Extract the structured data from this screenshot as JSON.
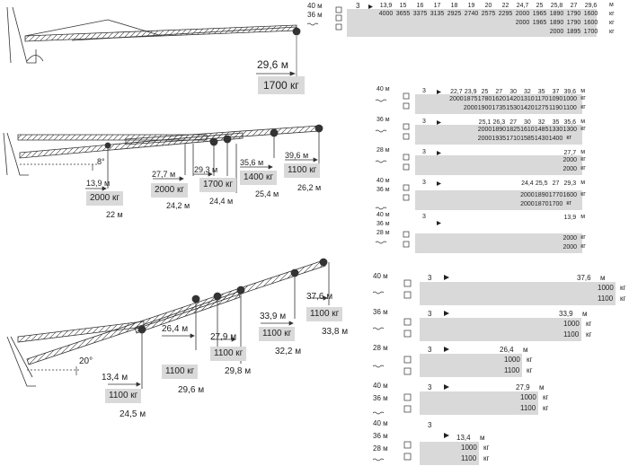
{
  "config1": {
    "heights": [
      "40 м",
      "36 м"
    ],
    "counter": "3",
    "radius_row": [
      "13,9",
      "15",
      "16",
      "17",
      "18",
      "19",
      "20",
      "22",
      "24,7",
      "25",
      "25,8",
      "27",
      "29,6"
    ],
    "rows": [
      [
        "4000",
        "3655",
        "3375",
        "3135",
        "2925",
        "2740",
        "2575",
        "2295",
        "2000",
        "1965",
        "1890",
        "1790",
        "1600"
      ],
      [
        "2000",
        "1965",
        "1890",
        "1790",
        "1600"
      ],
      [
        "2000",
        "1895",
        "1700"
      ]
    ],
    "units": {
      "m": "м",
      "kg": "кг"
    },
    "diagram_reach": "29,6 м",
    "diagram_load": "1700 кг"
  },
  "config2": {
    "diagram": {
      "reaches": [
        "13,9 м",
        "27,7 м",
        "29,3 м",
        "35,6 м",
        "39,6 м"
      ],
      "loads": [
        "2000 кг",
        "2000 кг",
        "1700 кг",
        "1400 кг",
        "1100 кг"
      ],
      "heights": [
        "22 м",
        "24,2 м",
        "24,4 м",
        "25,4 м",
        "26,2 м"
      ],
      "angle": "8°"
    },
    "tables": [
      {
        "heights": [
          "40 м"
        ],
        "counter": "3",
        "radius": [
          "22,7",
          "23,9",
          "25",
          "27",
          "30",
          "32",
          "35",
          "37",
          "39,6"
        ],
        "rows": [
          [
            "2000",
            "1875",
            "1780",
            "1620",
            "1420",
            "1310",
            "1170",
            "1090",
            "1000"
          ],
          [
            "2000",
            "1900",
            "1735",
            "1530",
            "1420",
            "1275",
            "1190",
            "1100"
          ]
        ]
      },
      {
        "heights": [
          "36 м"
        ],
        "counter": "3",
        "radius": [
          "25,1",
          "26,3",
          "27",
          "30",
          "32",
          "35",
          "35,6"
        ],
        "rows": [
          [
            "2000",
            "1890",
            "1825",
            "1610",
            "1485",
            "1330",
            "1300"
          ],
          [
            "2000",
            "1935",
            "1710",
            "1585",
            "1430",
            "1400"
          ]
        ]
      },
      {
        "heights": [
          "28 м"
        ],
        "counter": "3",
        "radius": [
          "27,7"
        ],
        "rows": [
          [
            "2000"
          ],
          [
            "2000"
          ]
        ]
      },
      {
        "heights": [
          "40 м",
          "36 м"
        ],
        "counter": "3",
        "radius": [
          "24,4",
          "25,5",
          "27",
          "29,3"
        ],
        "rows": [
          [
            "2000",
            "1890",
            "1770",
            "1600"
          ],
          [
            "2000",
            "1870",
            "1700"
          ]
        ]
      },
      {
        "heights": [
          "40 м",
          "36 м",
          "28 м"
        ],
        "counter": "3",
        "radius": [
          "13,9"
        ],
        "rows": [
          [
            "2000"
          ],
          [
            "2000"
          ]
        ]
      }
    ]
  },
  "config3": {
    "diagram": {
      "reaches": [
        "13,4 м",
        "26,4 м",
        "27,9 м",
        "33,9 м",
        "37,6 м"
      ],
      "loads": [
        "1100 кг",
        "1100 кг",
        "1100 кг",
        "1100 кг",
        "1100 кг"
      ],
      "heights": [
        "24,5 м",
        "29,6 м",
        "29,8 м",
        "32,2 м",
        "33,8 м"
      ],
      "angle": "20°"
    },
    "tables": [
      {
        "heights": [
          "40 м"
        ],
        "counter": "3",
        "radius": "37,6",
        "rows": [
          "1000",
          "1100"
        ]
      },
      {
        "heights": [
          "36 м"
        ],
        "counter": "3",
        "radius": "33,9",
        "rows": [
          "1000",
          "1100"
        ]
      },
      {
        "heights": [
          "28 м"
        ],
        "counter": "3",
        "radius": "26,4",
        "rows": [
          "1000",
          "1100"
        ]
      },
      {
        "heights": [
          "40 м",
          "36 м"
        ],
        "counter": "3",
        "radius": "27,9",
        "rows": [
          "1000",
          "1100"
        ]
      },
      {
        "heights": [
          "40 м",
          "36 м",
          "28 м"
        ],
        "counter": "3",
        "radius": "13,4",
        "rows": [
          "1000",
          "1100"
        ]
      }
    ]
  }
}
